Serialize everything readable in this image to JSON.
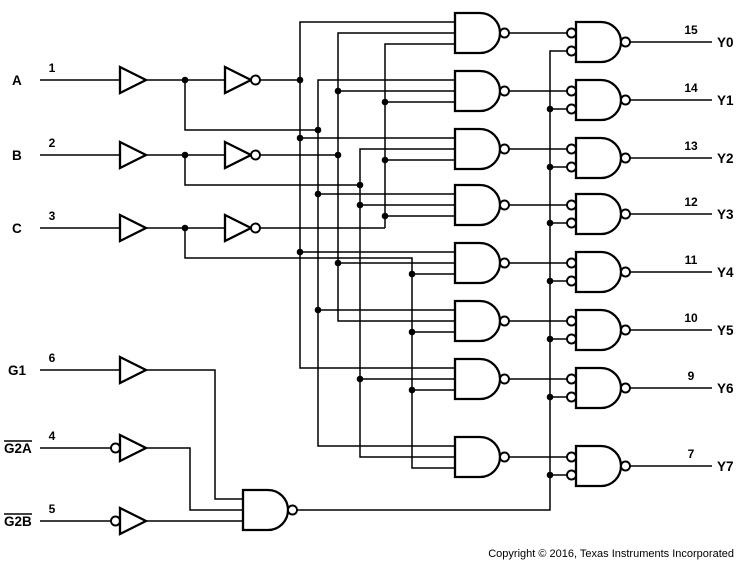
{
  "colors": {
    "line": "#000000",
    "background": "#ffffff"
  },
  "inputs": [
    {
      "label": "A",
      "pin": "1"
    },
    {
      "label": "B",
      "pin": "2"
    },
    {
      "label": "C",
      "pin": "3"
    },
    {
      "label": "G1",
      "pin": "6"
    },
    {
      "label": "G2A",
      "pin": "4",
      "overline": true
    },
    {
      "label": "G2B",
      "pin": "5",
      "overline": true
    }
  ],
  "outputs": [
    {
      "label": "Y0",
      "pin": "15"
    },
    {
      "label": "Y1",
      "pin": "14"
    },
    {
      "label": "Y2",
      "pin": "13"
    },
    {
      "label": "Y3",
      "pin": "12"
    },
    {
      "label": "Y4",
      "pin": "11"
    },
    {
      "label": "Y5",
      "pin": "10"
    },
    {
      "label": "Y6",
      "pin": "9"
    },
    {
      "label": "Y7",
      "pin": "7"
    }
  ],
  "footer": {
    "copyright": "Copyright © 2016, Texas Instruments Incorporated"
  }
}
